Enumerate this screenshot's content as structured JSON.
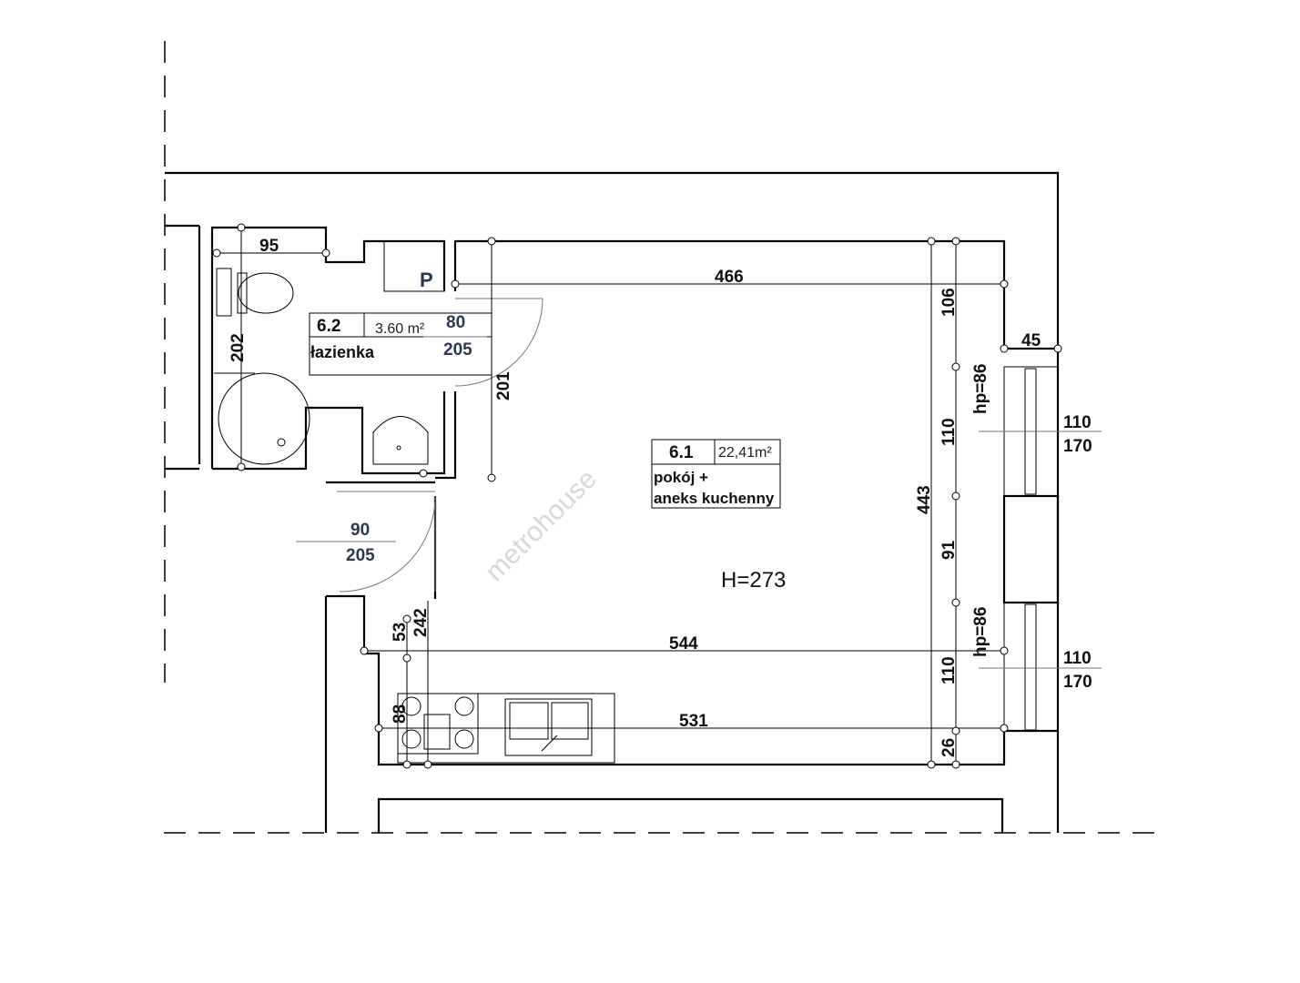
{
  "watermark": "metrohouse",
  "rooms": [
    {
      "number": "6.2",
      "area": "3.60 m²",
      "name": "łazienka"
    },
    {
      "number": "6.1",
      "area": "22,41m²",
      "name_line1": "pokój +",
      "name_line2": "aneks kuchenny"
    }
  ],
  "ceiling_height": "H=273",
  "bathroom_fixture_label": "P",
  "dimensions": {
    "bath_width": "95",
    "bath_depth": "202",
    "bath_door_w": "80",
    "bath_door_h": "205",
    "bath_side": "201",
    "entry_door_w": "90",
    "entry_door_h": "205",
    "room_top": "466",
    "room_mid": "544",
    "counter": "531",
    "room_depth": "443",
    "right_106": "106",
    "right_110a": "110",
    "right_91": "91",
    "right_110b": "110",
    "right_26": "26",
    "wall_45": "45",
    "left_53": "53",
    "left_242": "242",
    "counter_depth": "88",
    "window1_hp": "hp=86",
    "window1_w": "110",
    "window1_h": "170",
    "window2_hp": "hp=86",
    "window2_w": "110",
    "window2_h": "170"
  }
}
